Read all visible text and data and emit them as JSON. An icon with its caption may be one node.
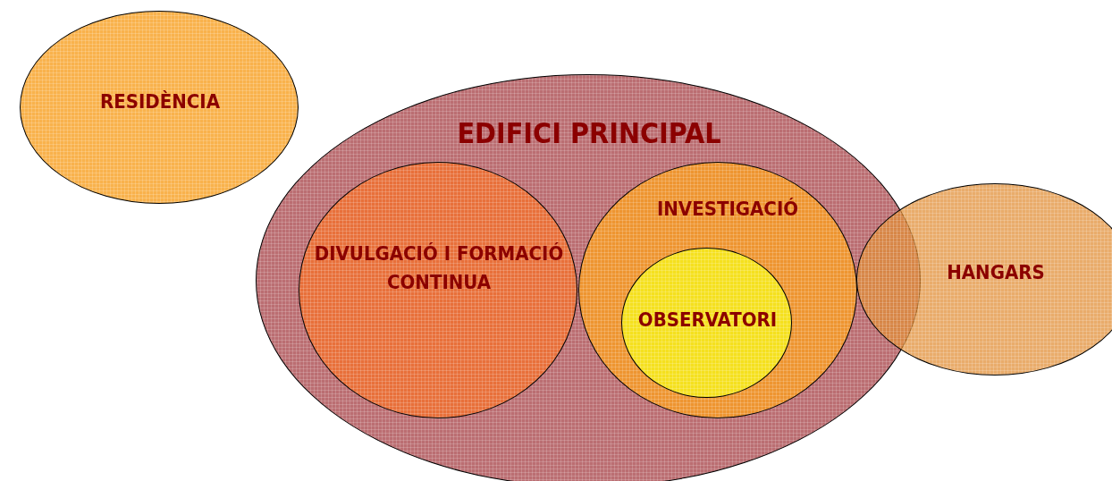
{
  "diagram": {
    "nodes": [
      {
        "text": [
          "RESIDÈNCIA"
        ]
      },
      {
        "text": [
          "EDIFICI PRINCIPAL"
        ]
      },
      {
        "text": [
          "DIVULGACIÓ I FORMACIÓ CONTINUA"
        ],
        "in": 1
      },
      {
        "text": [
          "INVESTIGACIÓ"
        ],
        "in": 1
      },
      {
        "text": [
          "OBSERVATORI"
        ],
        "in": 3
      },
      {
        "text": [
          "HANGARS"
        ]
      }
    ]
  }
}
